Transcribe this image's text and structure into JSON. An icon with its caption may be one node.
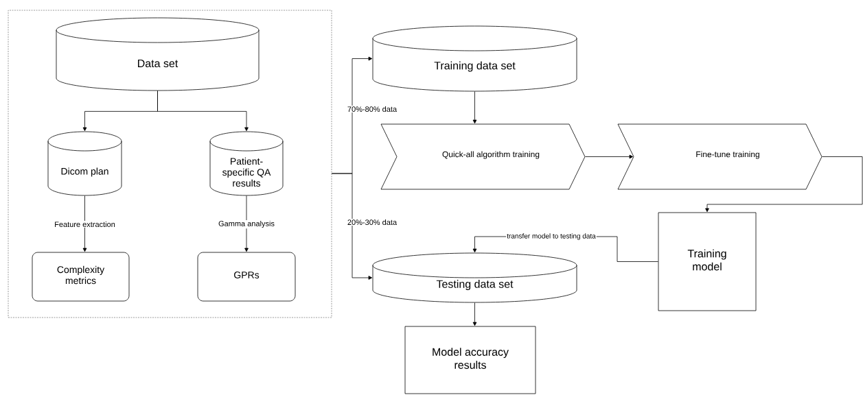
{
  "diagram": {
    "nodes": [
      {
        "text": [],
        "shape": "box"
      },
      {
        "text": [
          "Data set"
        ],
        "in": 0
      },
      {
        "text": [
          "Dicom plan"
        ],
        "in": 0
      },
      {
        "text": [
          "Patient-specific QA results"
        ],
        "in": 0
      },
      {
        "text": [
          "Complexity metrics"
        ],
        "in": 0
      },
      {
        "text": [
          "GPRs"
        ],
        "in": 0
      },
      {
        "text": [
          "Training data set"
        ]
      },
      {
        "text": [
          "Quick-all algorithm training"
        ]
      },
      {
        "text": [
          "Fine-tune training"
        ]
      },
      {
        "text": [
          "Training model"
        ]
      },
      {
        "text": [
          "Testing data set"
        ]
      },
      {
        "text": [
          "Model accuracy results"
        ]
      }
    ],
    "edges": [
      {
        "from": 1,
        "to": 2,
        "arrow": "to"
      },
      {
        "from": 1,
        "to": 3,
        "arrow": "to"
      },
      {
        "from": 2,
        "to": 4,
        "arrow": "to",
        "label": "Feature extraction"
      },
      {
        "from": 3,
        "to": 5,
        "arrow": "to",
        "label": "Gamma analysis"
      },
      {
        "from": 0,
        "to": 6,
        "arrow": "to",
        "label": "70%-80% data"
      },
      {
        "from": 0,
        "to": 10,
        "arrow": "to",
        "label": "20%-30% data"
      },
      {
        "from": 6,
        "to": 7,
        "arrow": "to"
      },
      {
        "from": 7,
        "to": 8,
        "arrow": "to"
      },
      {
        "from": 8,
        "to": 9,
        "arrow": "to"
      },
      {
        "from": 9,
        "to": 10,
        "arrow": "to",
        "label": "transfer model to testing data"
      },
      {
        "from": 10,
        "to": 11,
        "arrow": "to"
      }
    ]
  }
}
